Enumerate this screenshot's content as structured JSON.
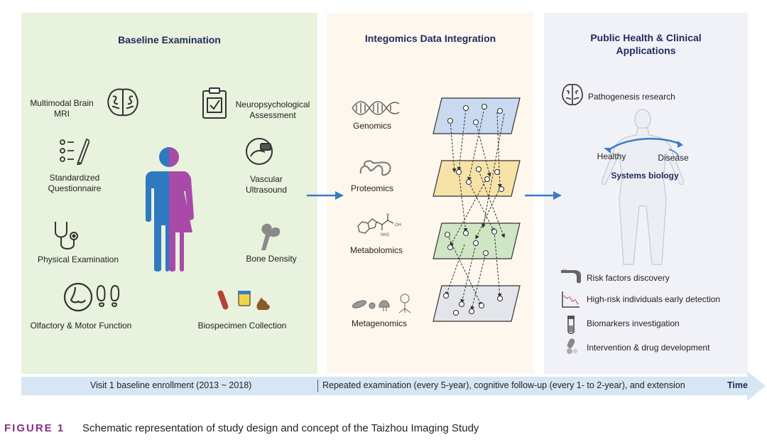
{
  "baseline": {
    "title": "Baseline Examination",
    "items": [
      "Multimodal Brain\nMRI",
      "Neuropsychological\nAssessment",
      "Standardized\nQuestionnaire",
      "Vascular\nUltrasound",
      "Physical Examination",
      "Bone Density",
      "Olfactory & Motor Function",
      "Biospecimen Collection"
    ]
  },
  "integration": {
    "title": "Integomics Data Integration",
    "layers": [
      "Genomics",
      "Proteomics",
      "Metabolomics",
      "Metagenomics"
    ],
    "molecule_labels": [
      "OH",
      "NH2",
      "O"
    ]
  },
  "applications": {
    "title": "Public Health & Clinical\nApplications",
    "pathogenesis": "Pathogenesis research",
    "healthy": "Healthy",
    "disease": "Disease",
    "systems_biology": "Systems biology",
    "list": [
      "Risk factors discovery",
      "High-risk individuals early detection",
      "Biomarkers investigation",
      "Intervention & drug development"
    ]
  },
  "timeline": {
    "visit1": "Visit 1 baseline enrollment (2013 ~ 2018)",
    "repeated": "Repeated examination (every 5-year), cognitive follow-up (every 1- to 2-year), and extension",
    "time": "Time"
  },
  "caption": {
    "label": "FIGURE 1",
    "text": "Schematic representation of study design and concept of the Taizhou Imaging Study"
  },
  "colors": {
    "panel_baseline": "#e8f2dc",
    "panel_integration": "#fdf7ee",
    "panel_public": "#f1f1f8",
    "title": "#1f2a5c",
    "arrow": "#3a7cc4",
    "male": "#2f79c1",
    "female": "#a94aa8",
    "layer_genomics": "#c9d9f0",
    "layer_proteomics": "#f7e2a8",
    "layer_metabolomics": "#cfe6c5",
    "layer_metagenomics": "#e3e5ea",
    "caption_label": "#8a2c85"
  }
}
